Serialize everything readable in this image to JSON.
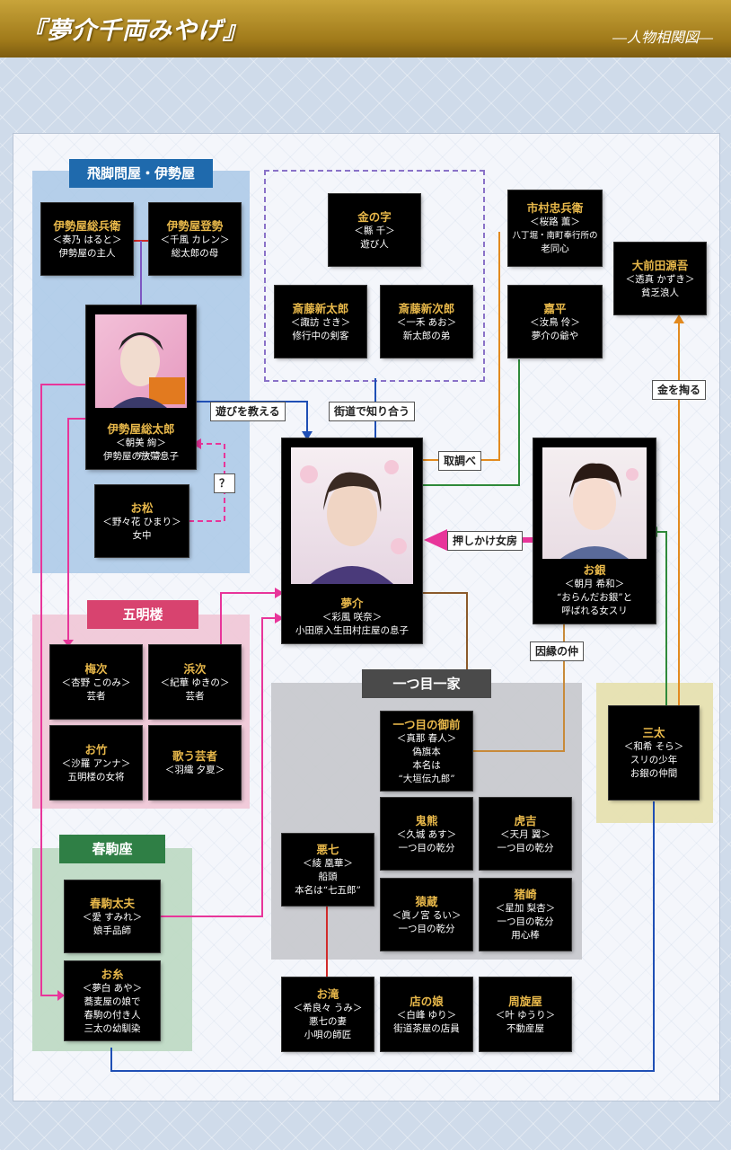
{
  "header": {
    "title": "『夢介千両みやげ』",
    "subtitle": "―人物相関図―"
  },
  "groups": {
    "hikyaku": "飛脚問屋・伊勢屋",
    "gomei": "五明楼",
    "harukoma": "春駒座",
    "hitotsume": "一つ目一家"
  },
  "people": {
    "isesoubee": {
      "name": "伊勢屋総兵衛",
      "actor": "＜奏乃 はると＞",
      "role": "伊勢屋の主人"
    },
    "isetose": {
      "name": "伊勢屋登勢",
      "actor": "＜千風 カレン＞",
      "role": "総太郎の母"
    },
    "sotaro": {
      "name": "伊勢屋総太郎",
      "actor": "＜朝美 絢＞",
      "ruby": "ほうとう",
      "role": "伊勢屋の放蕩息子"
    },
    "omatsu": {
      "name": "お松",
      "actor": "＜野々花 ひまり＞",
      "role": "女中"
    },
    "kinnoji": {
      "name": "金の字",
      "actor": "＜縣 千＞",
      "role": "遊び人"
    },
    "shintaro": {
      "name": "斎藤新太郎",
      "actor": "＜諏訪 さき＞",
      "role": "修行中の剣客"
    },
    "shinjiro": {
      "name": "斎藤新次郎",
      "actor": "＜一禾 あお＞",
      "role": "新太郎の弟"
    },
    "ichimura": {
      "name": "市村忠兵衛",
      "actor": "＜桜路 薫＞",
      "role1": "八丁堀・南町奉行所の",
      "role2": "老同心"
    },
    "kahei": {
      "name": "嘉平",
      "actor": "＜汝鳥 伶＞",
      "role": "夢介の爺や"
    },
    "omaeda": {
      "name": "大前田源吾",
      "actor": "＜透真 かずき＞",
      "role": "貧乏浪人"
    },
    "yumesuke": {
      "name": "夢介",
      "actor": "＜彩風 咲奈＞",
      "role": "小田原入生田村庄屋の息子"
    },
    "ogin": {
      "name": "お銀",
      "actor": "＜朝月 希和＞",
      "role1": "“おらんだお銀”と",
      "role2": "呼ばれる女スリ"
    },
    "umeji": {
      "name": "梅次",
      "actor": "＜杏野 このみ＞",
      "role": "芸者"
    },
    "hamaji": {
      "name": "浜次",
      "actor": "＜紀華 ゆきの＞",
      "role": "芸者"
    },
    "otake": {
      "name": "お竹",
      "actor": "＜沙羅 アンナ＞",
      "role": "五明楼の女将"
    },
    "utageisha": {
      "name": "歌う芸者",
      "actor": "＜羽織 夕夏＞"
    },
    "gozen": {
      "name": "一つ目の御前",
      "actor": "＜真那 春人＞",
      "role1": "偽旗本",
      "role2": "本名は",
      "role3": "“大垣伝九郎”"
    },
    "sanda": {
      "name": "三太",
      "actor": "＜和希 そら＞",
      "role1": "スリの少年",
      "role2": "お銀の仲間"
    },
    "onikuma": {
      "name": "鬼熊",
      "actor": "＜久城 あす＞",
      "role": "一つ目の乾分"
    },
    "torakichi": {
      "name": "虎吉",
      "actor": "＜天月 翼＞",
      "role": "一つ目の乾分"
    },
    "akushichi": {
      "name": "悪七",
      "actor": "＜綾 凰華＞",
      "role1": "船頭",
      "role2": "本名は“七五郎”"
    },
    "saruzo": {
      "name": "猿蔵",
      "actor": "＜眞ノ宮 るい＞",
      "role": "一つ目の乾分"
    },
    "inoshishi": {
      "name": "猪崎",
      "actor": "＜星加 梨杏＞",
      "role1": "一つ目の乾分",
      "role2": "用心棒"
    },
    "harukomadayu": {
      "name": "春駒太夫",
      "actor": "＜愛 すみれ＞",
      "role": "娘手品師"
    },
    "oito": {
      "name": "お糸",
      "actor": "＜夢白 あや＞",
      "role1": "蕎麦屋の娘で",
      "role2": "春駒の付き人",
      "role3": "三太の幼馴染"
    },
    "otaki": {
      "name": "お滝",
      "actor": "＜希良々 うみ＞",
      "role1": "悪七の妻",
      "role2": "小唄の師匠"
    },
    "misemusume": {
      "name": "店の娘",
      "actor": "＜白峰 ゆり＞",
      "role": "街道茶屋の店員"
    },
    "shusenya": {
      "name": "周旋屋",
      "actor": "＜叶 ゆうり＞",
      "role": "不動産屋"
    }
  },
  "relations": {
    "asobi": "遊びを教える",
    "kaido": "街道で知り合う",
    "torishirabe": "取調べ",
    "oshikake": "押しかけ女房",
    "kane": "金を掏る",
    "innen": "因縁の仲",
    "question": "？"
  },
  "colors": {
    "gold": "#e8b84a",
    "blue_group": "#a9c8e6",
    "pink_group": "#f1c6d6",
    "green_group": "#bcd9c2",
    "gray_group": "#c7c8cc",
    "yellow_group": "#e6e0b0"
  }
}
